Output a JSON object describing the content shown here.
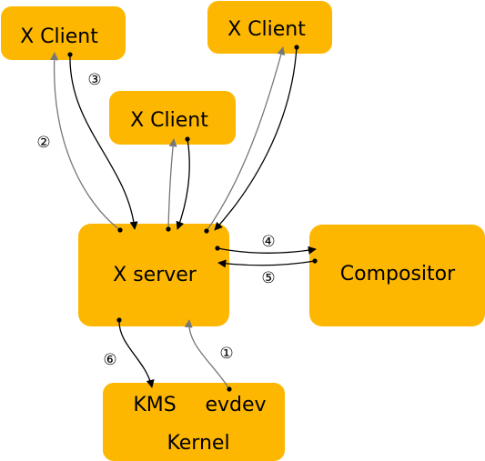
{
  "colors": {
    "box_fill": "#FDB700",
    "arrow_dark": "#000000",
    "arrow_gray": "#777777"
  },
  "boxes": {
    "client_top_left": {
      "label": "X Client"
    },
    "client_top_right": {
      "label": "X Client"
    },
    "client_middle": {
      "label": "X Client"
    },
    "x_server": {
      "label": "X server"
    },
    "compositor": {
      "label": "Compositor"
    },
    "kernel": {
      "label": "Kernel",
      "kms": "KMS",
      "evdev": "evdev"
    }
  },
  "steps": {
    "s1": "①",
    "s2": "②",
    "s3": "③",
    "s4": "④",
    "s5": "⑤",
    "s6": "⑥"
  }
}
